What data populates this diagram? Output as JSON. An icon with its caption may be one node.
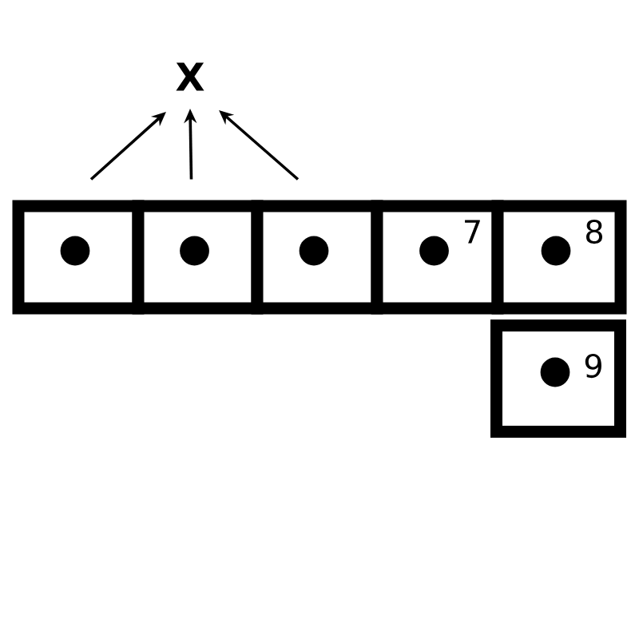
{
  "diagram": {
    "nodes": [
      {
        "text": [
          "X"
        ]
      },
      {
        "text": [],
        "shape": "box"
      },
      {
        "text": [],
        "shape": "box"
      },
      {
        "text": [],
        "shape": "box"
      },
      {
        "text": [
          "7"
        ]
      },
      {
        "text": [
          "8"
        ]
      },
      {
        "text": [
          "9"
        ]
      }
    ],
    "edges": [
      {
        "from": 1,
        "to": 0,
        "arrow": "to"
      },
      {
        "from": 2,
        "to": 0,
        "arrow": "to"
      },
      {
        "from": 3,
        "to": 0,
        "arrow": "to"
      }
    ]
  }
}
